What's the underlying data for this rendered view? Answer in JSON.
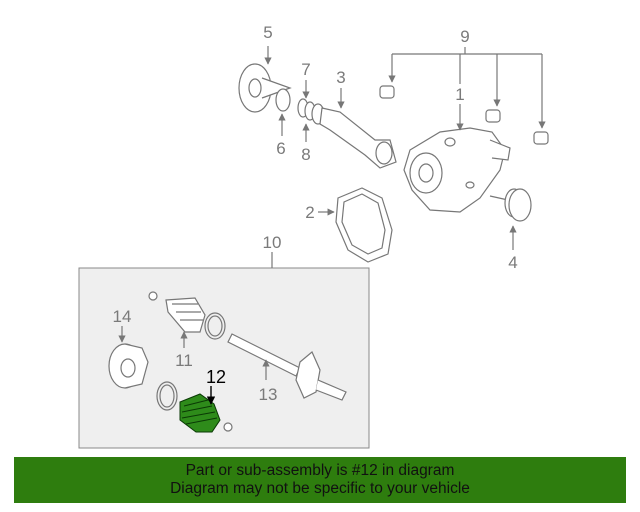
{
  "callouts": {
    "c1": "1",
    "c2": "2",
    "c3": "3",
    "c4": "4",
    "c5": "5",
    "c6": "6",
    "c7": "7",
    "c8": "8",
    "c9": "9",
    "c10": "10",
    "c11": "11",
    "c12": "12",
    "c13": "13",
    "c14": "14"
  },
  "banner": {
    "line1": "Part or sub-assembly is #12 in diagram",
    "line2": "Diagram may not be specific to your vehicle"
  },
  "colors": {
    "banner_bg": "#2e7d0e",
    "highlight_part": "#2e8b1a",
    "line_art": "#777777",
    "subassembly_box_bg": "#efefef"
  }
}
